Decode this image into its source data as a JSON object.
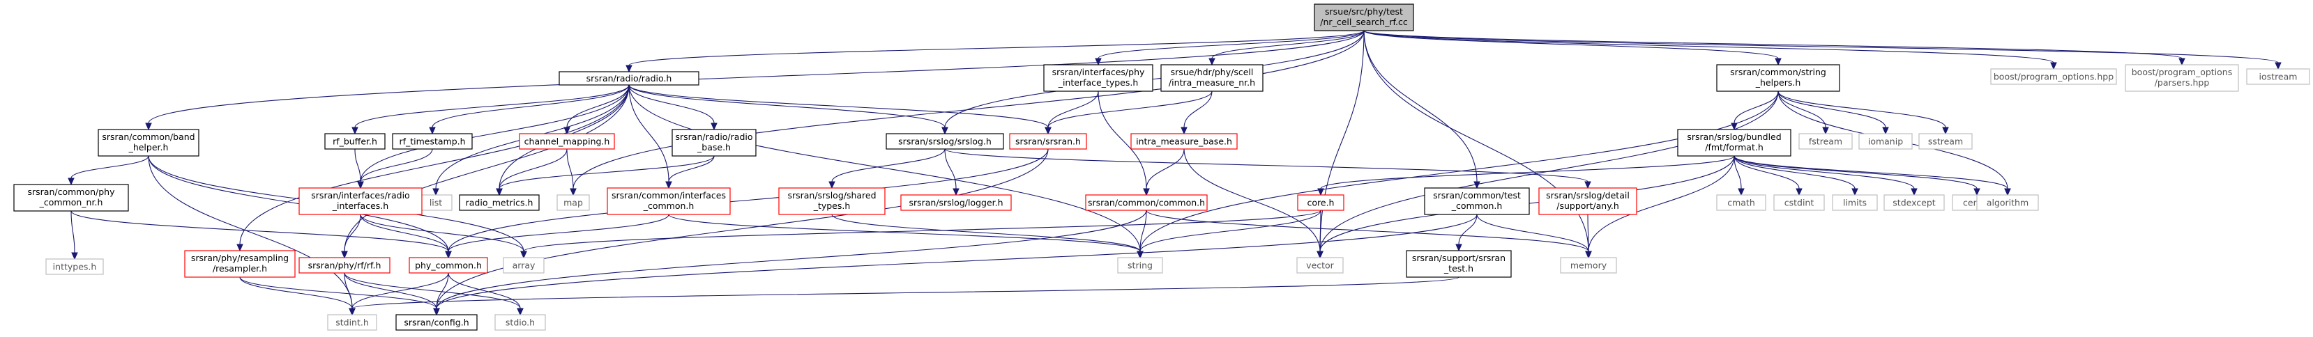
{
  "graph": {
    "title": "srsue/src/phy/test/nr_cell_search_rf.cc",
    "colors": {
      "edge": "#191970",
      "root_fill": "#bfbfbf",
      "root_border": "#000000",
      "normal_border": "#000000",
      "missing_border": "#ff0000",
      "system_border": "#bfbfbf",
      "system_text": "#555555"
    },
    "nodes": [
      {
        "id": "root",
        "kind": "root",
        "lines": [
          "srsue/src/phy/test",
          "/nr_cell_search_rf.cc"
        ]
      },
      {
        "id": "radio",
        "kind": "normal",
        "lines": [
          "srsran/radio/radio.h"
        ]
      },
      {
        "id": "phy_itypes",
        "kind": "normal",
        "lines": [
          "srsran/interfaces/phy",
          "_interface_types.h"
        ]
      },
      {
        "id": "intra_meas_nr",
        "kind": "normal",
        "lines": [
          "srsue/hdr/phy/scell",
          "/intra_measure_nr.h"
        ]
      },
      {
        "id": "string_helpers",
        "kind": "normal",
        "lines": [
          "srsran/common/string",
          "_helpers.h"
        ]
      },
      {
        "id": "boost_po",
        "kind": "system",
        "lines": [
          "boost/program_options.hpp"
        ]
      },
      {
        "id": "boost_parsers",
        "kind": "system",
        "lines": [
          "boost/program_options",
          "/parsers.hpp"
        ]
      },
      {
        "id": "iostream",
        "kind": "system",
        "lines": [
          "iostream"
        ]
      },
      {
        "id": "band_helper",
        "kind": "normal",
        "lines": [
          "srsran/common/band",
          "_helper.h"
        ]
      },
      {
        "id": "rf_buffer",
        "kind": "normal",
        "lines": [
          "rf_buffer.h"
        ]
      },
      {
        "id": "rf_timestamp",
        "kind": "normal",
        "lines": [
          "rf_timestamp.h"
        ]
      },
      {
        "id": "channel_mapping",
        "kind": "missing",
        "lines": [
          "channel_mapping.h"
        ]
      },
      {
        "id": "radio_base",
        "kind": "normal",
        "lines": [
          "srsran/radio/radio",
          "_base.h"
        ]
      },
      {
        "id": "srslog",
        "kind": "normal",
        "lines": [
          "srsran/srslog/srslog.h"
        ]
      },
      {
        "id": "srsran_h",
        "kind": "missing",
        "lines": [
          "srsran/srsran.h"
        ]
      },
      {
        "id": "intra_meas_base",
        "kind": "missing",
        "lines": [
          "intra_measure_base.h"
        ]
      },
      {
        "id": "bundled_format",
        "kind": "normal",
        "lines": [
          "srsran/srslog/bundled",
          "/fmt/format.h"
        ]
      },
      {
        "id": "fstream",
        "kind": "system",
        "lines": [
          "fstream"
        ]
      },
      {
        "id": "iomanip",
        "kind": "system",
        "lines": [
          "iomanip"
        ]
      },
      {
        "id": "sstream",
        "kind": "system",
        "lines": [
          "sstream"
        ]
      },
      {
        "id": "phy_common_nr",
        "kind": "normal",
        "lines": [
          "srsran/common/phy",
          "_common_nr.h"
        ]
      },
      {
        "id": "list",
        "kind": "system",
        "lines": [
          "list"
        ]
      },
      {
        "id": "radio_metrics",
        "kind": "normal",
        "lines": [
          "radio_metrics.h"
        ]
      },
      {
        "id": "map",
        "kind": "system",
        "lines": [
          "map"
        ]
      },
      {
        "id": "radio_interfaces",
        "kind": "missing",
        "lines": [
          "srsran/interfaces/radio",
          "_interfaces.h"
        ]
      },
      {
        "id": "interfaces_common",
        "kind": "missing",
        "lines": [
          "srsran/common/interfaces",
          "_common.h"
        ]
      },
      {
        "id": "shared_types",
        "kind": "missing",
        "lines": [
          "srsran/srslog/shared",
          "_types.h"
        ]
      },
      {
        "id": "logger",
        "kind": "missing",
        "lines": [
          "srsran/srslog/logger.h"
        ]
      },
      {
        "id": "common_h",
        "kind": "missing",
        "lines": [
          "srsran/common/common.h"
        ]
      },
      {
        "id": "core_h",
        "kind": "missing",
        "lines": [
          "core.h"
        ]
      },
      {
        "id": "test_common",
        "kind": "normal",
        "lines": [
          "srsran/common/test",
          "_common.h"
        ]
      },
      {
        "id": "support_any",
        "kind": "missing",
        "lines": [
          "srsran/srslog/detail",
          "/support/any.h"
        ]
      },
      {
        "id": "cmath",
        "kind": "system",
        "lines": [
          "cmath"
        ]
      },
      {
        "id": "cstdint",
        "kind": "system",
        "lines": [
          "cstdint"
        ]
      },
      {
        "id": "limits",
        "kind": "system",
        "lines": [
          "limits"
        ]
      },
      {
        "id": "stdexcept",
        "kind": "system",
        "lines": [
          "stdexcept"
        ]
      },
      {
        "id": "cerrno",
        "kind": "system",
        "lines": [
          "cerrno"
        ]
      },
      {
        "id": "algorithm",
        "kind": "system",
        "lines": [
          "algorithm"
        ]
      },
      {
        "id": "inttypes",
        "kind": "system",
        "lines": [
          "inttypes.h"
        ]
      },
      {
        "id": "resampler",
        "kind": "missing",
        "lines": [
          "srsran/phy/resampling",
          "/resampler.h"
        ]
      },
      {
        "id": "rfrf",
        "kind": "missing",
        "lines": [
          "srsran/phy/rf/rf.h"
        ]
      },
      {
        "id": "phy_common",
        "kind": "missing",
        "lines": [
          "phy_common.h"
        ]
      },
      {
        "id": "array",
        "kind": "system",
        "lines": [
          "array"
        ]
      },
      {
        "id": "string",
        "kind": "system",
        "lines": [
          "string"
        ]
      },
      {
        "id": "vector",
        "kind": "system",
        "lines": [
          "vector"
        ]
      },
      {
        "id": "srsran_test",
        "kind": "normal",
        "lines": [
          "srsran/support/srsran",
          "_test.h"
        ]
      },
      {
        "id": "memory",
        "kind": "system",
        "lines": [
          "memory"
        ]
      },
      {
        "id": "stdint",
        "kind": "system",
        "lines": [
          "stdint.h"
        ]
      },
      {
        "id": "config",
        "kind": "normal",
        "lines": [
          "srsran/config.h"
        ]
      },
      {
        "id": "stdio",
        "kind": "system",
        "lines": [
          "stdio.h"
        ]
      }
    ]
  }
}
